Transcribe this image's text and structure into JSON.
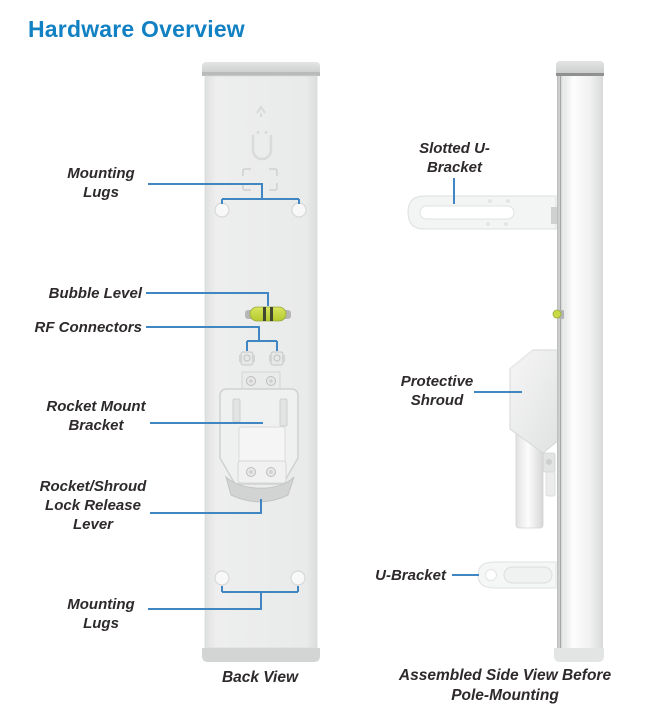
{
  "title": "Hardware Overview",
  "back_view": {
    "caption": "Back View",
    "labels": {
      "mounting_lugs_top": "Mounting Lugs",
      "bubble_level": "Bubble Level",
      "rf_connectors": "RF Connectors",
      "rocket_mount_bracket": "Rocket Mount Bracket",
      "lock_release_lever": "Rocket/Shroud Lock Release Lever",
      "mounting_lugs_bottom": "Mounting Lugs"
    }
  },
  "side_view": {
    "caption": "Assembled Side View Before Pole-Mounting",
    "labels": {
      "slotted_u_bracket": "Slotted U-Bracket",
      "protective_shroud": "Protective Shroud",
      "u_bracket": "U-Bracket"
    }
  },
  "colors": {
    "title_blue": "#1181c3",
    "leader_line_blue": "#3f86c3",
    "label_text": "#2e2a2b",
    "bubble_level_lime": "#c9da45",
    "device_gray": "#ebecec"
  }
}
